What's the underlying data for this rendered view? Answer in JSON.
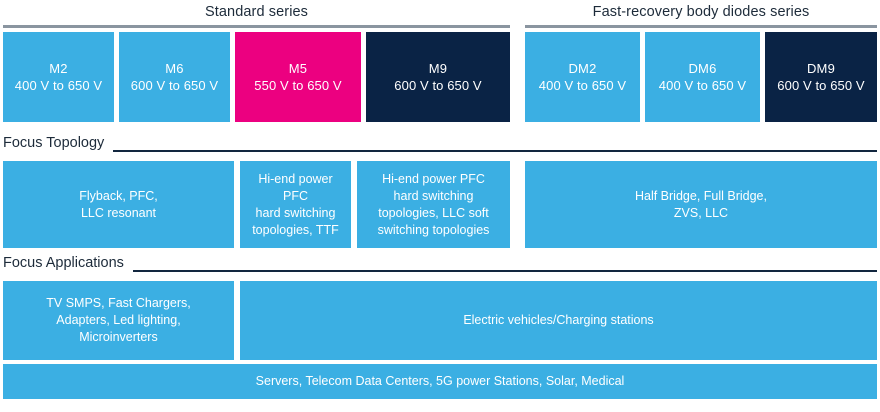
{
  "theme": {
    "light_blue": "#3BAFE3",
    "magenta": "#EC0080",
    "navy": "#0A2345",
    "rule_grey": "#8a95a0",
    "rule_dark": "#12263f",
    "text_dark": "#1d2b3a",
    "text_light": "#ffffff",
    "background": "#ffffff"
  },
  "groups": [
    {
      "id": "standard",
      "title": "Standard series"
    },
    {
      "id": "fast-recovery",
      "title": "Fast-recovery body diodes series"
    }
  ],
  "products": [
    {
      "name": "M2",
      "range": "400 V to 650 V",
      "color": "#3BAFE3",
      "group": "standard"
    },
    {
      "name": "M6",
      "range": "600 V to 650 V",
      "color": "#3BAFE3",
      "group": "standard"
    },
    {
      "name": "M5",
      "range": "550 V to 650 V",
      "color": "#EC0080",
      "group": "standard"
    },
    {
      "name": "M9",
      "range": "600 V to 650 V",
      "color": "#0A2345",
      "group": "standard"
    },
    {
      "name": "DM2",
      "range": "400 V to 650 V",
      "color": "#3BAFE3",
      "group": "fast-recovery"
    },
    {
      "name": "DM6",
      "range": "400 V to 650 V",
      "color": "#3BAFE3",
      "group": "fast-recovery"
    },
    {
      "name": "DM9",
      "range": "600 V to 650 V",
      "color": "#0A2345",
      "group": "fast-recovery"
    }
  ],
  "topology": {
    "label": "Focus Topology",
    "boxes": [
      {
        "text": "Flyback, PFC,\nLLC resonant"
      },
      {
        "text": "Hi-end power PFC\nhard switching\ntopologies, TTF"
      },
      {
        "text": "Hi-end power PFC\nhard switching\ntopologies, LLC soft\nswitching topologies"
      },
      {
        "text": "Half Bridge, Full Bridge,\nZVS, LLC"
      }
    ]
  },
  "applications": {
    "label": "Focus Applications",
    "boxes": [
      {
        "text": "TV SMPS, Fast Chargers,\nAdapters, Led lighting,\nMicroinverters"
      },
      {
        "text": "Electric vehicles/Charging stations"
      }
    ],
    "footer": {
      "text": "Servers, Telecom Data Centers, 5G power Stations, Solar, Medical"
    }
  }
}
